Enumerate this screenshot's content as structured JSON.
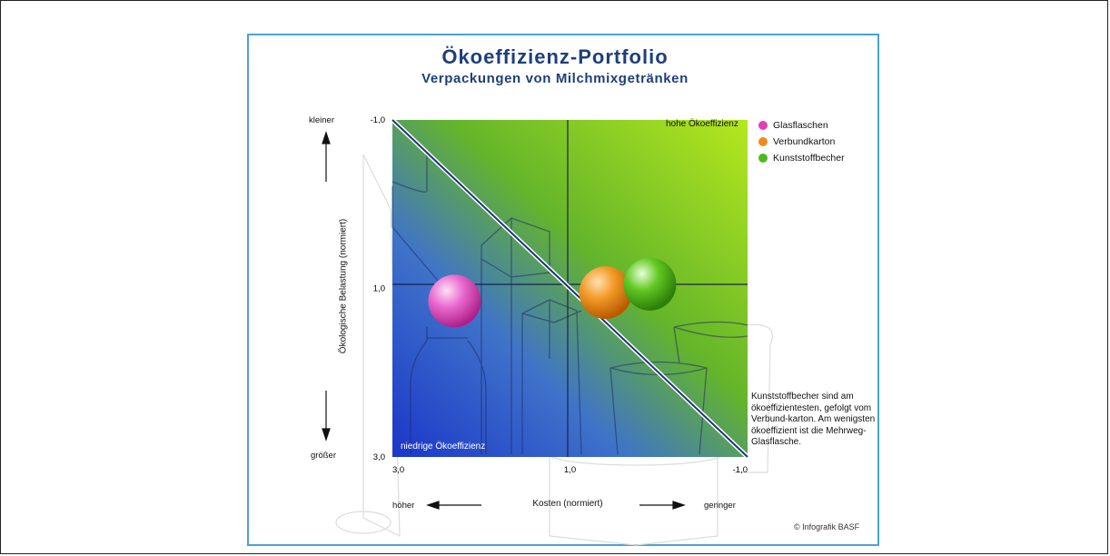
{
  "title": "Ökoeffizienz-Portfolio",
  "subtitle": "Verpackungen von Milchmixgetränken",
  "chart_data": {
    "type": "scatter",
    "xlabel": "Kosten (normiert)",
    "ylabel": "Ökologische Belastung (normiert)",
    "x_ticks": [
      "3,0",
      "1,0",
      "-1,0"
    ],
    "y_ticks": [
      "-1,0",
      "1,0",
      "3,0"
    ],
    "xlim": [
      3,
      -1
    ],
    "ylim": [
      3,
      -1
    ],
    "x_direction": {
      "left": "höher",
      "right": "geringer"
    },
    "y_direction": {
      "top": "kleiner",
      "bottom": "größer"
    },
    "grid": true,
    "legend_position": "right",
    "quadrant_labels": {
      "top_right": "hohe Ökoeffizienz",
      "bottom_left": "niedrige Ökoeffizienz"
    },
    "series": [
      {
        "name": "Glasflaschen",
        "x": 2.3,
        "y": 1.15,
        "color": "#e23fb4"
      },
      {
        "name": "Verbundkarton",
        "x": 0.6,
        "y": 1.05,
        "color": "#f08a1e"
      },
      {
        "name": "Kunststoffbecher",
        "x": 0.1,
        "y": 0.95,
        "color": "#4fb81f"
      }
    ],
    "annotation": "Kunststoffbecher sind am ökoeffizientesten, gefolgt vom Verbund-karton. Am wenigsten ökoeffizient ist die Mehrweg-Glasflasche."
  },
  "credit": "© Infografik BASF"
}
